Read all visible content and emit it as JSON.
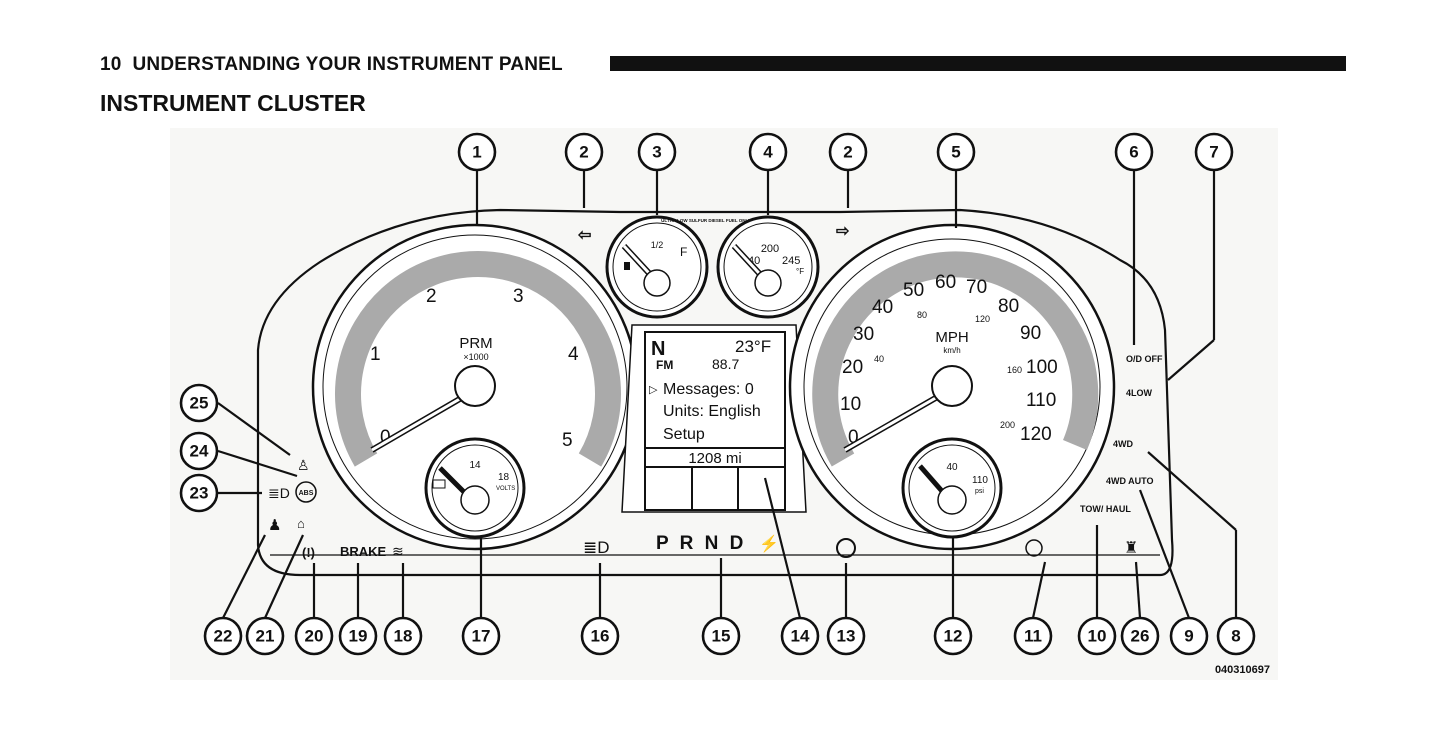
{
  "header": {
    "page_number": "10",
    "section": "UNDERSTANDING YOUR INSTRUMENT PANEL"
  },
  "title": "INSTRUMENT CLUSTER",
  "figure_code": "040310697",
  "callouts": {
    "top": [
      "1",
      "2",
      "3",
      "4",
      "2",
      "5",
      "6",
      "7"
    ],
    "left": [
      "25",
      "24",
      "23"
    ],
    "bottom": [
      "22",
      "21",
      "20",
      "19",
      "18",
      "17",
      "16",
      "15",
      "14",
      "13",
      "12",
      "11",
      "10",
      "26",
      "9",
      "8"
    ]
  },
  "tachometer": {
    "unit": "PRM",
    "multiplier": "×1000",
    "ticks": [
      "0",
      "1",
      "2",
      "3",
      "4",
      "5"
    ]
  },
  "speedometer": {
    "unit": "MPH",
    "subunit": "km/h",
    "mph_ticks": [
      "0",
      "10",
      "20",
      "30",
      "40",
      "50",
      "60",
      "70",
      "80",
      "90",
      "100",
      "110",
      "120"
    ],
    "kmh_ticks": [
      "40",
      "80",
      "120",
      "160",
      "200"
    ]
  },
  "fuel_gauge": {
    "half": "1/2",
    "full": "F",
    "note": "ULTRA LOW SULFUR DIESEL FUEL ONLY"
  },
  "temp_gauge": {
    "low": "40",
    "mid": "200",
    "high": "245",
    "unit": "°F"
  },
  "volt_gauge": {
    "mid": "14",
    "high": "18",
    "unit": "VOLTS"
  },
  "oil_gauge": {
    "mid": "40",
    "high": "110",
    "unit": "psi"
  },
  "display": {
    "gear": "N",
    "temp": "23°F",
    "radio_band": "FM",
    "radio_freq": "88.7",
    "menu": [
      "Messages:  0",
      "Units:  English",
      "Setup"
    ],
    "odometer": "1208 mi"
  },
  "indicators": {
    "od_off": "O/D OFF",
    "four_low": "4LOW",
    "four_wd": "4WD",
    "four_wd_auto": "4WD AUTO",
    "tow_haul": "TOW/ HAUL",
    "brake": "BRAKE",
    "abs": "ABS",
    "prnd": "P R N D"
  }
}
